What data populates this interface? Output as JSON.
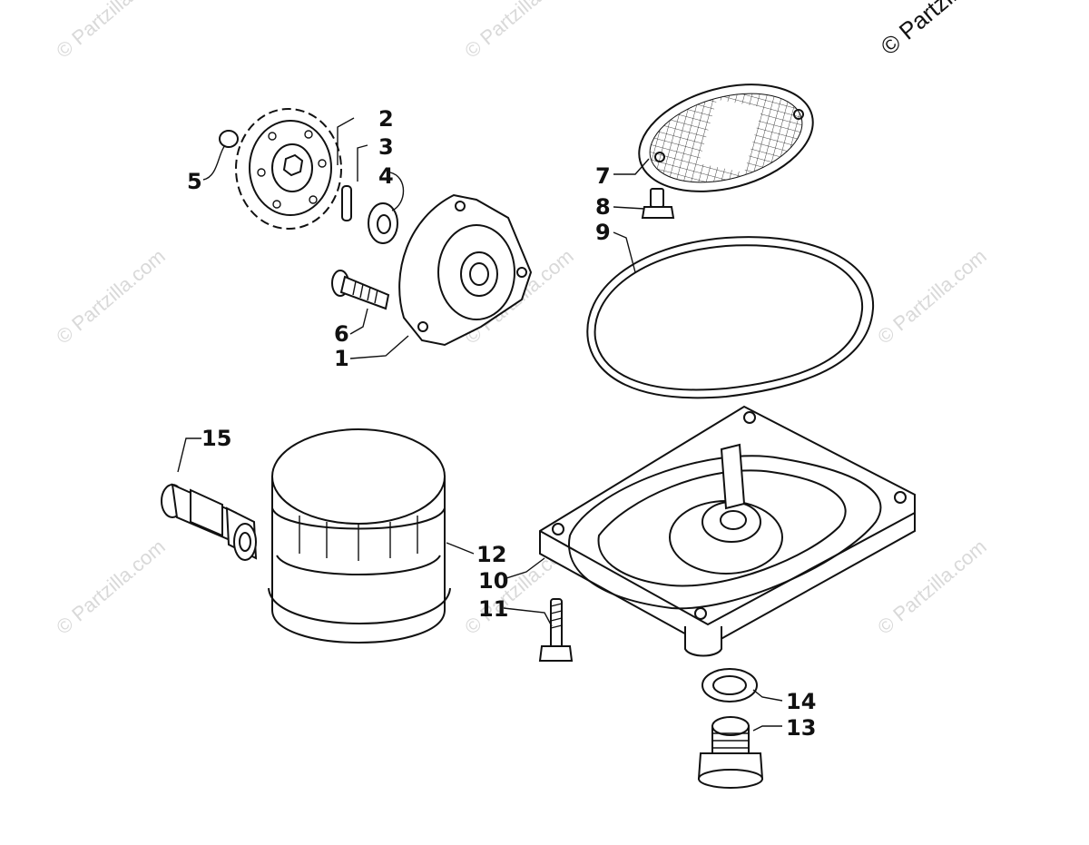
{
  "diagram": {
    "watermark_text": "© Partzilla.com",
    "corner_watermark_text": "© Partzil",
    "callouts": [
      "1",
      "2",
      "3",
      "4",
      "5",
      "6",
      "7",
      "8",
      "9",
      "10",
      "11",
      "12",
      "13",
      "14",
      "15"
    ]
  },
  "colors": {
    "line": "#111111",
    "watermark": "#d9d9d9",
    "background": "#ffffff"
  }
}
